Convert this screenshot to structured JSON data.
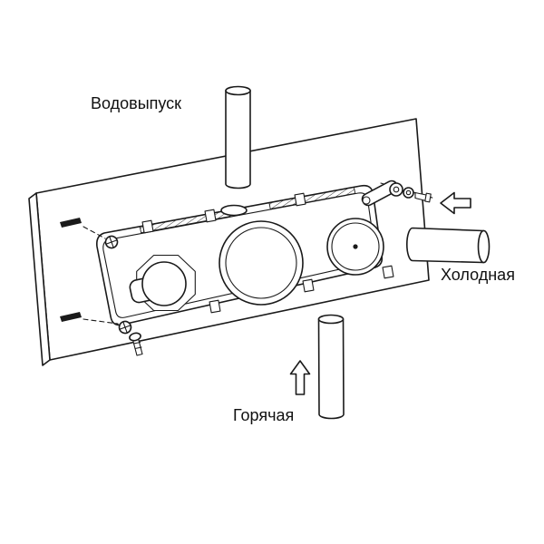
{
  "diagram": {
    "labels": {
      "water_outlet": "Водовыпуск",
      "cold": "Холодная",
      "hot": "Горячая"
    },
    "icons": {
      "cold_inlet_arrow": "left-outline-arrow",
      "hot_inlet_arrow": "up-outline-arrow"
    },
    "colors": {
      "line": "#1a1a1a",
      "background": "#ffffff"
    }
  }
}
